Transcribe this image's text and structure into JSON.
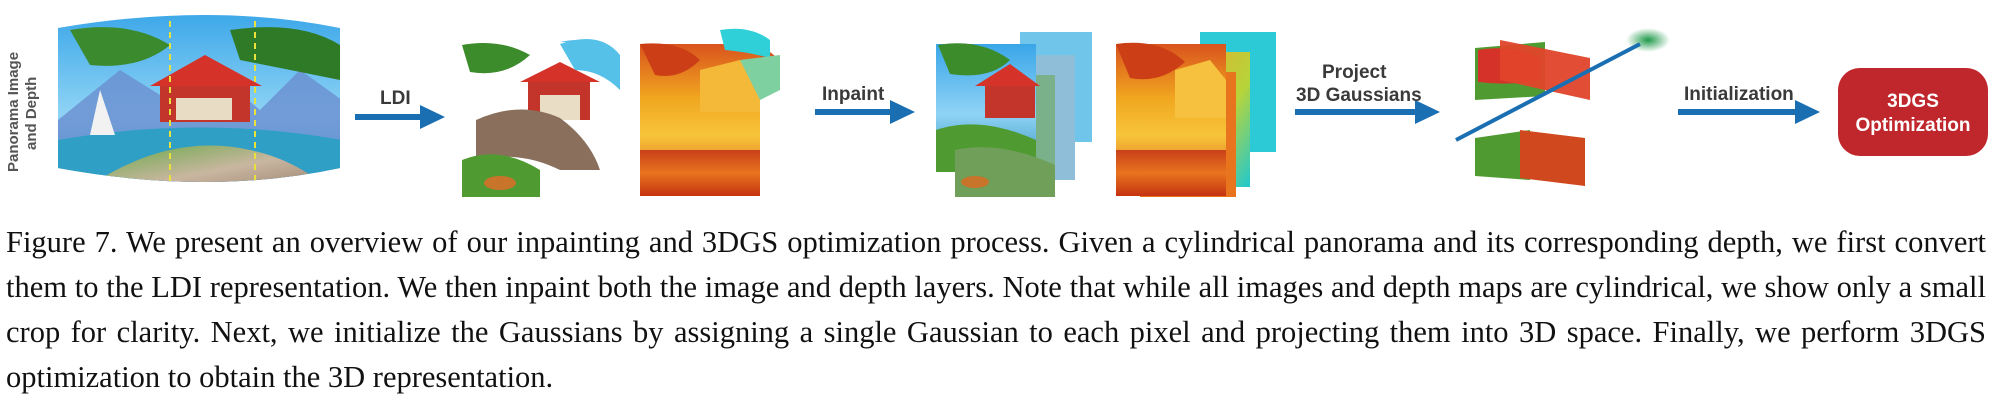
{
  "figure": {
    "side_label_line1": "Panorama Image",
    "side_label_line2": "and Depth",
    "arrow_ldi": "LDI",
    "arrow_inpaint": "Inpaint",
    "arrow_project_line1": "Project",
    "arrow_project_line2": "3D Gaussians",
    "arrow_init": "Initialization",
    "final_box_line1": "3DGS",
    "final_box_line2": "Optimization",
    "colors": {
      "arrow": "#1a6fb3",
      "final_box": "#c0272d",
      "gaussian_blob": "#1f9a4a"
    }
  },
  "caption": {
    "label": "Figure 7.",
    "text": "We present an overview of our inpainting and 3DGS optimization process. Given a cylindrical panorama and its corresponding depth, we first convert them to the LDI representation. We then inpaint both the image and depth layers. Note that while all images and depth maps are cylindrical, we show only a small crop for clarity. Next, we initialize the Gaussians by assigning a single Gaussian to each pixel and projecting them into 3D space. Finally, we perform 3DGS optimization to obtain the 3D representation."
  }
}
